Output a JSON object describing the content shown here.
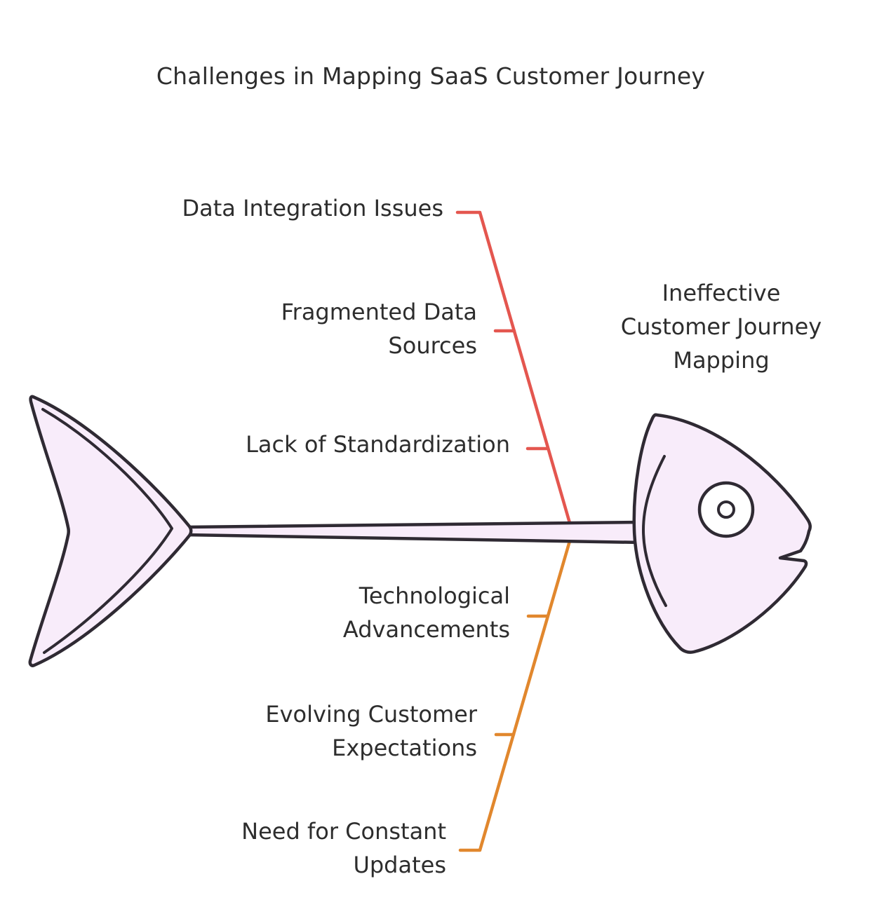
{
  "title": "Challenges in Mapping SaaS Customer Journey",
  "fishbone": {
    "effect": {
      "label": "Ineffective Customer Journey Mapping",
      "lines": [
        "Ineffective",
        "Customer Journey",
        "Mapping"
      ]
    },
    "top_causes": [
      {
        "label": "Data Integration Issues",
        "lines": [
          "Data Integration Issues"
        ]
      },
      {
        "label": "Fragmented Data Sources",
        "lines": [
          "Fragmented Data",
          "Sources"
        ]
      },
      {
        "label": "Lack of Standardization",
        "lines": [
          "Lack of Standardization"
        ]
      }
    ],
    "bottom_causes": [
      {
        "label": "Technological Advancements",
        "lines": [
          "Technological",
          "Advancements"
        ]
      },
      {
        "label": "Evolving Customer Expectations",
        "lines": [
          "Evolving Customer",
          "Expectations"
        ]
      },
      {
        "label": "Need for Constant Updates",
        "lines": [
          "Need for Constant",
          "Updates"
        ]
      }
    ]
  },
  "colors": {
    "top_branch": "#e4564f",
    "bottom_branch": "#e1872d",
    "fish_fill": "#f8ecfa",
    "outline": "#2f2a33",
    "eye_fill": "#ffffff",
    "text": "#2d2d2d",
    "background": "#ffffff"
  }
}
